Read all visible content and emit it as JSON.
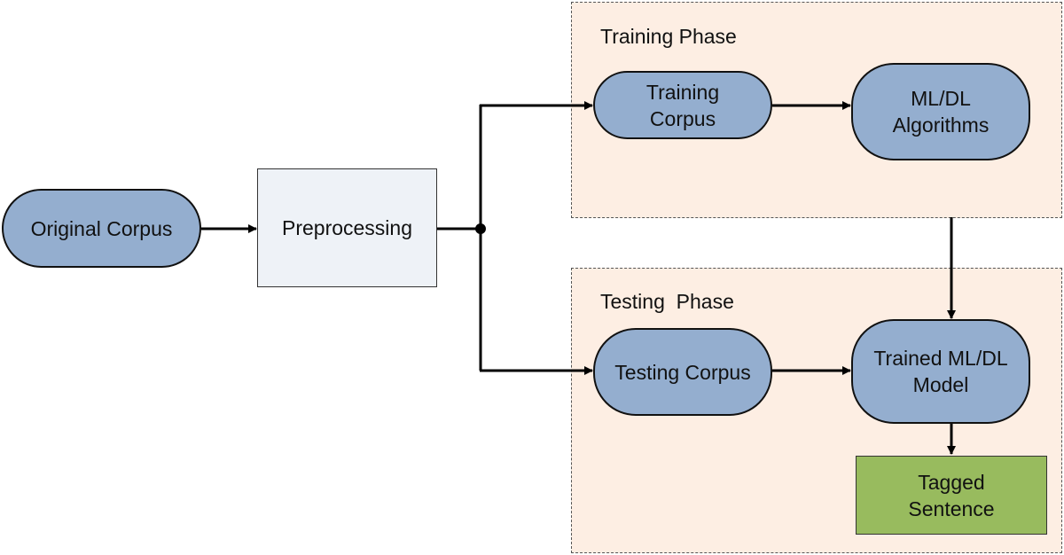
{
  "phases": {
    "training": {
      "label": "Training Phase"
    },
    "testing": {
      "label": "Testing  Phase"
    }
  },
  "nodes": {
    "original_corpus": "Original Corpus",
    "preprocessing": "Preprocessing",
    "training_corpus": "Training\nCorpus",
    "ml_dl_algorithms": "ML/DL\nAlgorithms",
    "testing_corpus": "Testing Corpus",
    "trained_model": "Trained ML/DL\nModel",
    "tagged_sentence": "Tagged\nSentence"
  },
  "colors": {
    "terminal_fill": "#94aecf",
    "process_fill": "#eef2f7",
    "output_fill": "#98bb5e",
    "phase_fill": "#fdeee3"
  }
}
